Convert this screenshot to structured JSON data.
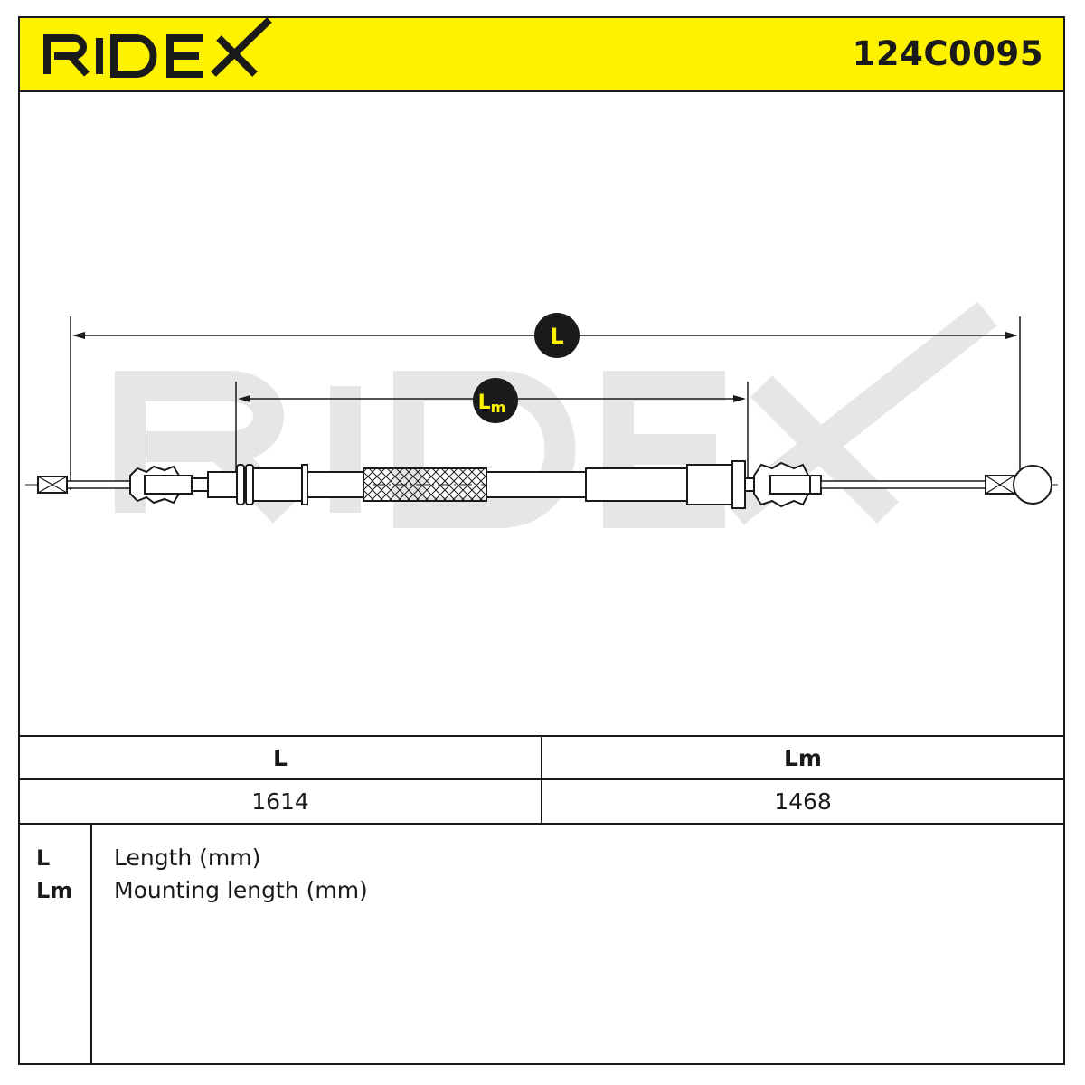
{
  "header": {
    "brand": "RIDEX",
    "part_number": "124C0095",
    "colors": {
      "brand_yellow": "#fff200",
      "ink": "#1a1a1a",
      "watermark": "#e8e8e8"
    }
  },
  "drawing": {
    "watermark": "RIDEX",
    "label_L": "L",
    "label_Lm_main": "L",
    "label_Lm_sub": "m"
  },
  "dimensions": {
    "headers": [
      "L",
      "Lm"
    ],
    "values": [
      "1614",
      "1468"
    ]
  },
  "legend": [
    {
      "key": "L",
      "description": "Length (mm)"
    },
    {
      "key": "Lm",
      "description": "Mounting length (mm)"
    }
  ]
}
